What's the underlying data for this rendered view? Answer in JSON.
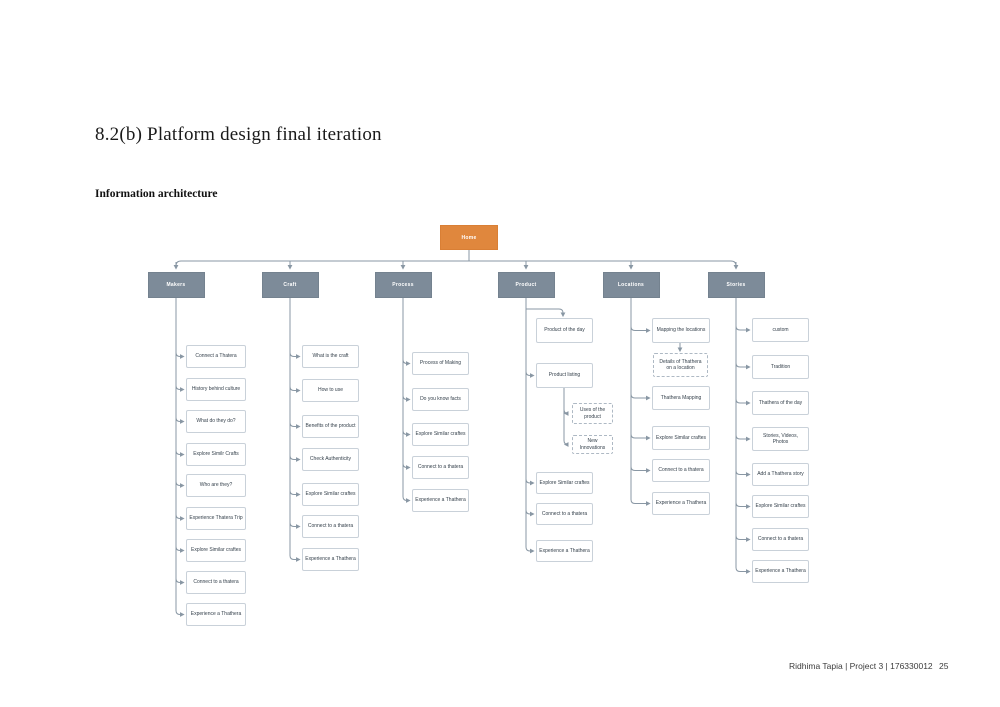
{
  "page": {
    "title": "8.2(b) Platform design final iteration",
    "subtitle": "Information architecture",
    "footer": {
      "credit": "Ridhima Tapia | Project 3 | 176330012",
      "page_number": "25"
    }
  },
  "diagram": {
    "root": {
      "label": "Home"
    },
    "colors": {
      "root_fill": "#E0873D",
      "section_fill": "#7D8B99",
      "connector_line": "#8997A4",
      "node_border": "#C9D1D9",
      "node_text": "#333F4A"
    },
    "sections": [
      {
        "label": "Makers",
        "children": [
          "Connect a Thatera",
          "History behind culture",
          "What do they do?",
          "Explore Similr Crafts",
          "Who are they?",
          "Experience Thatera Trip",
          "Explore Similar craftes",
          "Connect to a thatera",
          "Experience a Thathera"
        ]
      },
      {
        "label": "Craft",
        "children": [
          "What is the craft",
          "How to use",
          "Benefits of the product",
          "Check Authenticity",
          "Explore Similar craftes",
          "Connect to a thatera",
          "Experience a Thathera"
        ]
      },
      {
        "label": "Process",
        "children": [
          "Process of Making",
          "Do you know facts",
          "Explore Similar craftes",
          "Connect to a thatera",
          "Experience a Thathera"
        ]
      },
      {
        "label": "Product",
        "children": [
          "Product of the day",
          "Product listing",
          "Explore Similar craftes",
          "Connect to a thatera",
          "Experience a Thathera"
        ],
        "sub_children": [
          "Uses of the product",
          "New Innovations"
        ]
      },
      {
        "label": "Locations",
        "children": [
          "Mapping the locations",
          "Details of Thathera on a location",
          "Thathera Mapping",
          "Explore Similar craftes",
          "Connect to a thatera",
          "Experience a Thathera"
        ]
      },
      {
        "label": "Stories",
        "children": [
          "custom",
          "Tradition",
          "Thathera of the day",
          "Stories, Videos, Photos",
          "Add a Thathera story",
          "Explore Similar craftes",
          "Connect to a thatera",
          "Experience a Thathera"
        ]
      }
    ]
  }
}
